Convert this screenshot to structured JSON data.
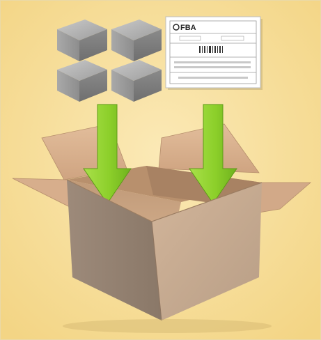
{
  "colors": {
    "background": "#f6dc93",
    "arrow": "#8ccf2a",
    "arrow_dark": "#5e9a18",
    "cardboard_light": "#d9ae8a",
    "cardboard_mid": "#c79d7a",
    "cardboard_dark": "#a88f7c",
    "package_gray": "#8f8f8f",
    "label_white": "#ffffff"
  },
  "label": {
    "logo_text": "FBA"
  },
  "packages": {
    "count": 4
  },
  "arrows": {
    "count": 2,
    "direction": "down"
  }
}
